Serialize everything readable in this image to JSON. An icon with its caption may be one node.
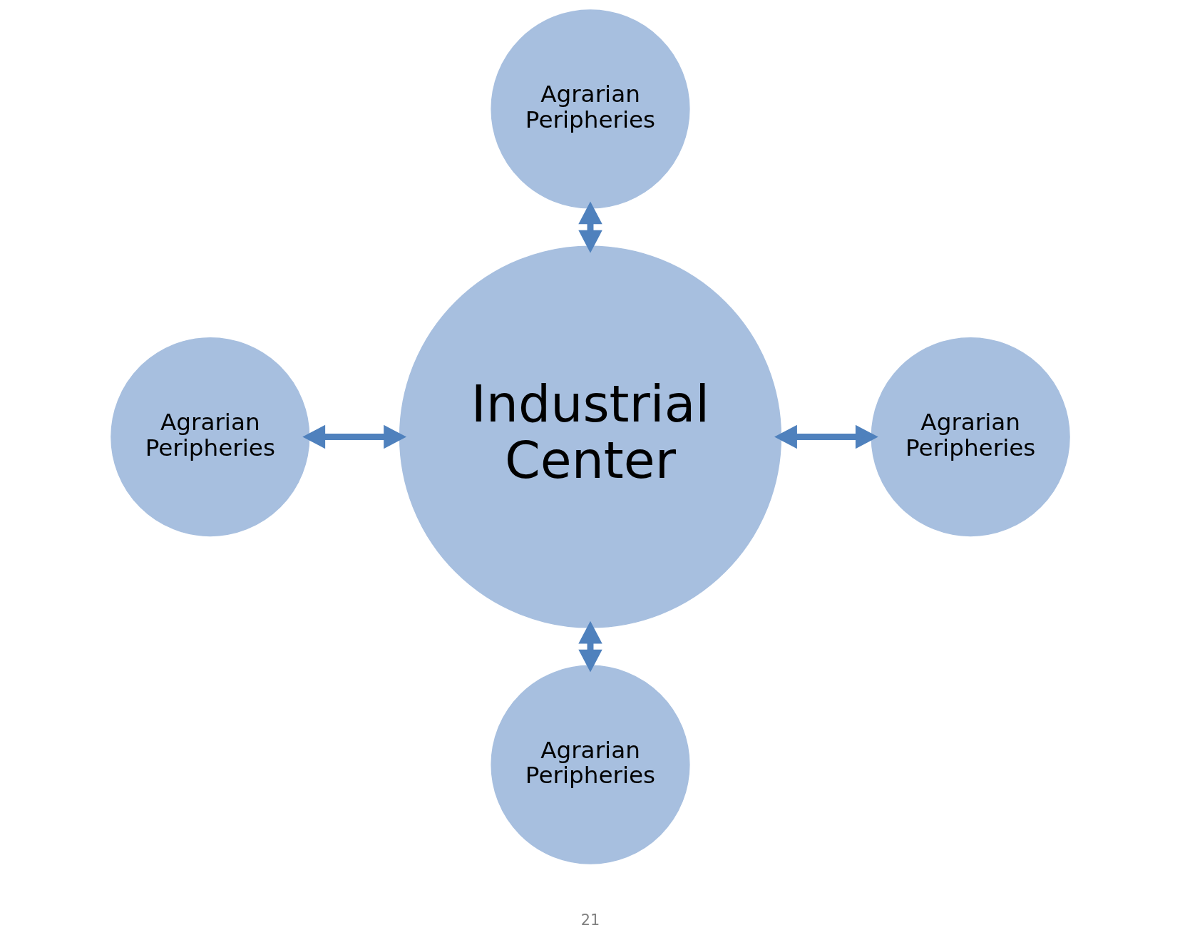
{
  "diagram": {
    "nodes": [
      {
        "text": [
          "Agrarian Peripheries"
        ]
      },
      {
        "text": [
          "Agrarian Peripheries"
        ]
      },
      {
        "text": [
          "Industrial Center"
        ]
      },
      {
        "text": [
          "Agrarian Peripheries"
        ]
      },
      {
        "text": [
          "Agrarian Peripheries"
        ]
      }
    ],
    "edges": [
      {
        "from": 0,
        "to": 2,
        "arrow": "both"
      },
      {
        "from": 1,
        "to": 2,
        "arrow": "both"
      },
      {
        "from": 2,
        "to": 3,
        "arrow": "both"
      },
      {
        "from": 2,
        "to": 4,
        "arrow": "both"
      }
    ],
    "labels": [
      "21"
    ]
  }
}
